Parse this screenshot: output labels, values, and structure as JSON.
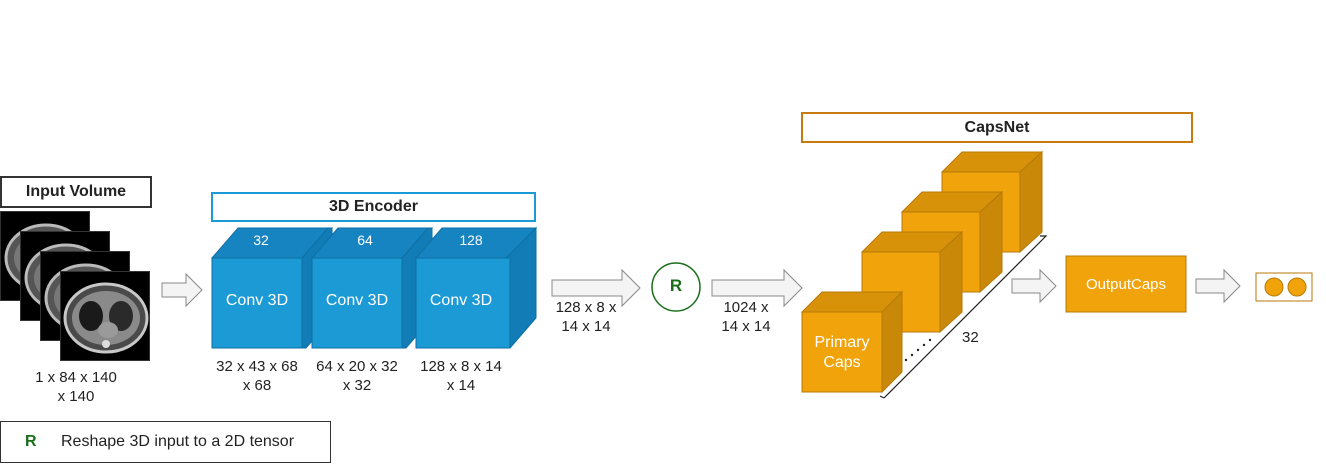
{
  "input": {
    "title": "Input Volume",
    "shape_line1": "1 x 84 x 140",
    "shape_line2": "x 140"
  },
  "encoder": {
    "title": "3D Encoder",
    "blocks": [
      {
        "channels": "32",
        "label": "Conv 3D",
        "shape_line1": "32 x 43 x 68",
        "shape_line2": "x 68"
      },
      {
        "channels": "64",
        "label": "Conv 3D",
        "shape_line1": "64 x 20 x 32",
        "shape_line2": "x 32"
      },
      {
        "channels": "128",
        "label": "Conv 3D",
        "shape_line1": "128 x 8 x 14",
        "shape_line2": "x 14"
      }
    ],
    "output_line1": "128 x 8 x",
    "output_line2": "14 x 14"
  },
  "reshape": {
    "symbol": "R",
    "output_line1": "1024 x",
    "output_line2": "14 x 14"
  },
  "capsnet": {
    "title": "CapsNet",
    "primary_line1": "Primary",
    "primary_line2": "Caps",
    "count": "32",
    "output_caps": "OutputCaps"
  },
  "legend": {
    "symbol": "R",
    "text": "Reshape 3D input to a 2D tensor"
  },
  "colors": {
    "encoder_blue": "#1b9ad6",
    "encoder_blue_top": "#1584c0",
    "caps_orange": "#f0a30a",
    "caps_orange_top": "#d8920a",
    "reshape_green": "#1a6e1a",
    "capsnet_border": "#c77a10"
  }
}
